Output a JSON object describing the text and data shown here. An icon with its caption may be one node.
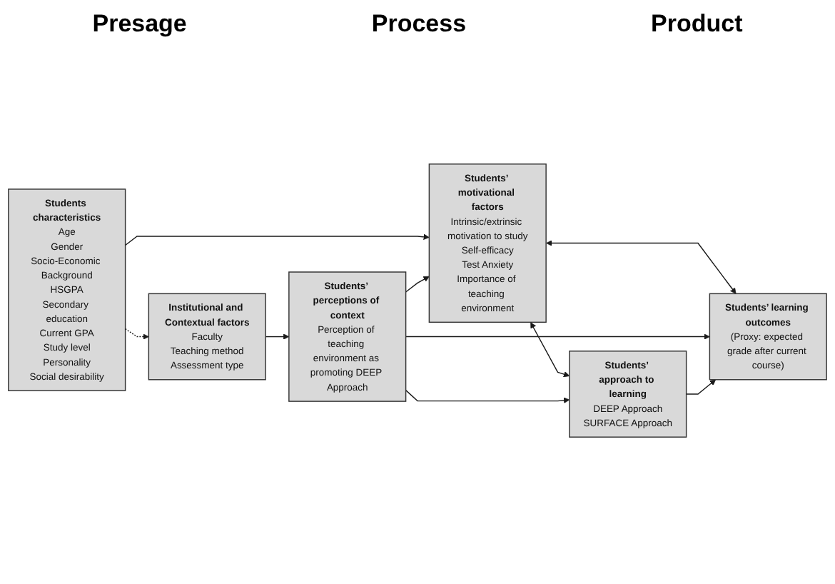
{
  "diagram": {
    "nodes": [
      {
        "text": [
          "Students characteristics",
          "Age",
          "Gender",
          "Socio-Economic Background",
          "HSGPA",
          "Secondary education",
          "Current GPA",
          "Study level",
          "Personality",
          "Social desirability"
        ]
      },
      {
        "text": [
          "Institutional and Contextual factors",
          "Faculty",
          "Teaching method",
          "Assessment type"
        ]
      },
      {
        "text": [
          "Students’ motivational factors",
          "Intrinsic/extrinsic motivation to study",
          "Self-efficacy",
          "Test Anxiety",
          "Importance of teaching environment"
        ]
      },
      {
        "text": [
          "Students’ perceptions of context",
          "Perception of teaching environment as promoting DEEP Approach"
        ]
      },
      {
        "text": [
          "Students’ approach to learning",
          "DEEP Approach",
          "SURFACE Approach"
        ]
      },
      {
        "text": [
          "Students’ learning outcomes",
          "(Proxy: expected grade after current course)"
        ]
      }
    ],
    "edges": [
      {
        "from": 0,
        "to": 2,
        "arrow": "to"
      },
      {
        "from": 0,
        "to": 1,
        "arrow": "to",
        "style": "dashed"
      },
      {
        "from": 1,
        "to": 3,
        "arrow": "to"
      },
      {
        "from": 3,
        "to": 2,
        "arrow": "to"
      },
      {
        "from": 2,
        "to": 4,
        "arrow": "both"
      },
      {
        "from": 2,
        "to": 5,
        "arrow": "both"
      },
      {
        "from": 3,
        "to": 4,
        "arrow": "to"
      },
      {
        "from": 3,
        "to": 5,
        "arrow": "to"
      },
      {
        "from": 4,
        "to": 5,
        "arrow": "to"
      }
    ],
    "labels": [
      "Presage",
      "Process",
      "Product"
    ]
  }
}
